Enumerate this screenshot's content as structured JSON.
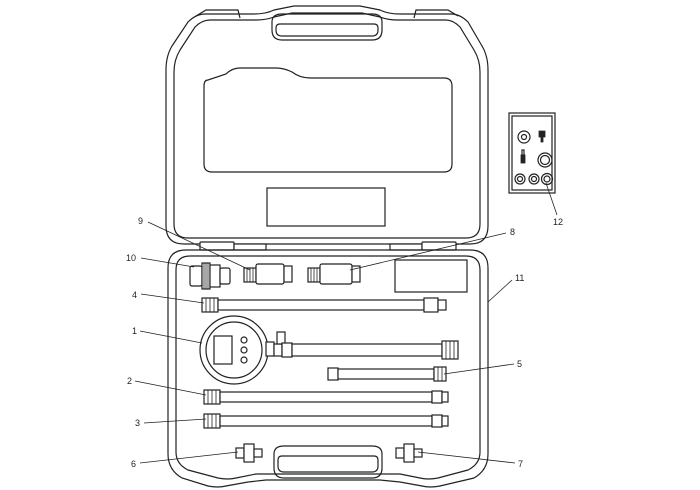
{
  "callouts": {
    "c1": "1",
    "c2": "2",
    "c3": "3",
    "c4": "4",
    "c5": "5",
    "c6": "6",
    "c7": "7",
    "c8": "8",
    "c9": "9",
    "c10": "10",
    "c11": "11",
    "c12": "12"
  },
  "line_color": "#222222",
  "background": "#ffffff"
}
